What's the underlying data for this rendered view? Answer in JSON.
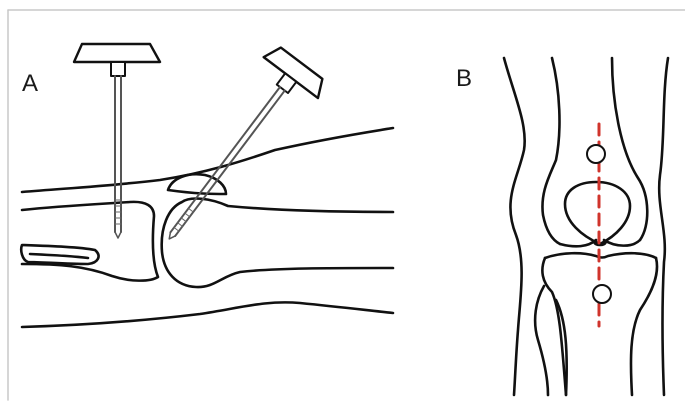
{
  "panels": {
    "a": {
      "label": "A"
    },
    "b": {
      "label": "B"
    }
  },
  "colors": {
    "frame": "#c8c8c8",
    "stroke": "#111111",
    "needle": "#555555",
    "axis": "#d0342c",
    "hub_fill": "#ffffff"
  },
  "icons": [
    "needle-icon",
    "knee-joint-lateral",
    "knee-joint-anterior"
  ]
}
